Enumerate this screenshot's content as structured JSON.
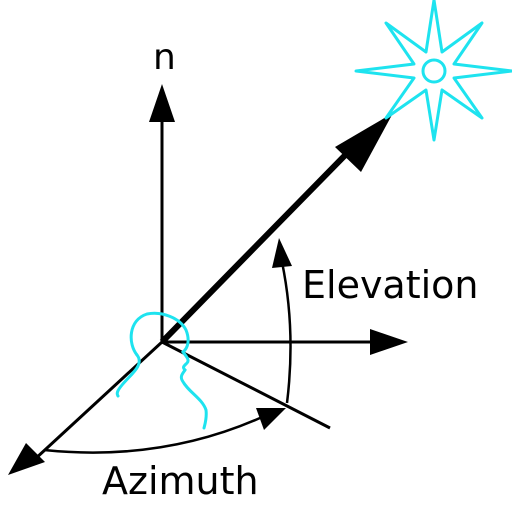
{
  "labels": {
    "normal": "n",
    "elevation": "Elevation",
    "azimuth": "Azimuth"
  },
  "colors": {
    "lines": "#000000",
    "sun": "#1ee3ef",
    "head": "#1ee3ef"
  },
  "icons": {
    "sun": "sun-icon",
    "observer": "head-profile-icon"
  }
}
